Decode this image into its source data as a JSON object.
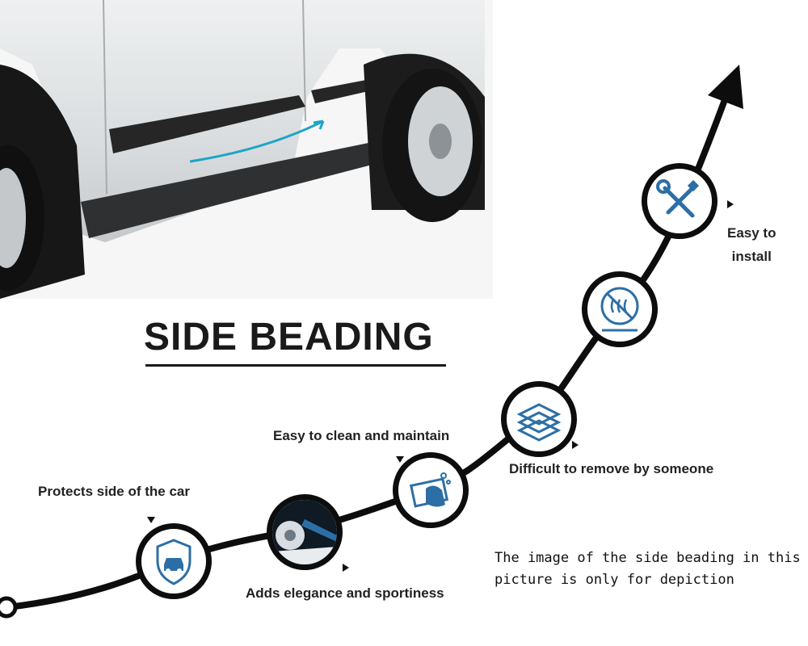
{
  "title": "SIDE BEADING",
  "features": [
    {
      "id": "protects",
      "label": "Protects side of the car",
      "icon": "car-shield-icon"
    },
    {
      "id": "elegance",
      "label": "Adds elegance and sportiness",
      "icon": "wheel-beading-icon"
    },
    {
      "id": "clean",
      "label": "Easy to clean and maintain",
      "icon": "wiping-hand-icon"
    },
    {
      "id": "remove",
      "label": "Difficult to remove by someone",
      "icon": "layers-icon"
    },
    {
      "id": "heat",
      "label": "",
      "icon": "no-heat-icon"
    },
    {
      "id": "install",
      "label": "Easy to\ninstall",
      "icon": "tools-icon"
    }
  ],
  "disclaimer": "The image of the side beading in this\npicture is only for depiction",
  "colors": {
    "curve": "#0d0d0d",
    "icon_blue": "#2c6fa6",
    "accent_cyan": "#1ba6c8",
    "text": "#1a1a1a"
  }
}
